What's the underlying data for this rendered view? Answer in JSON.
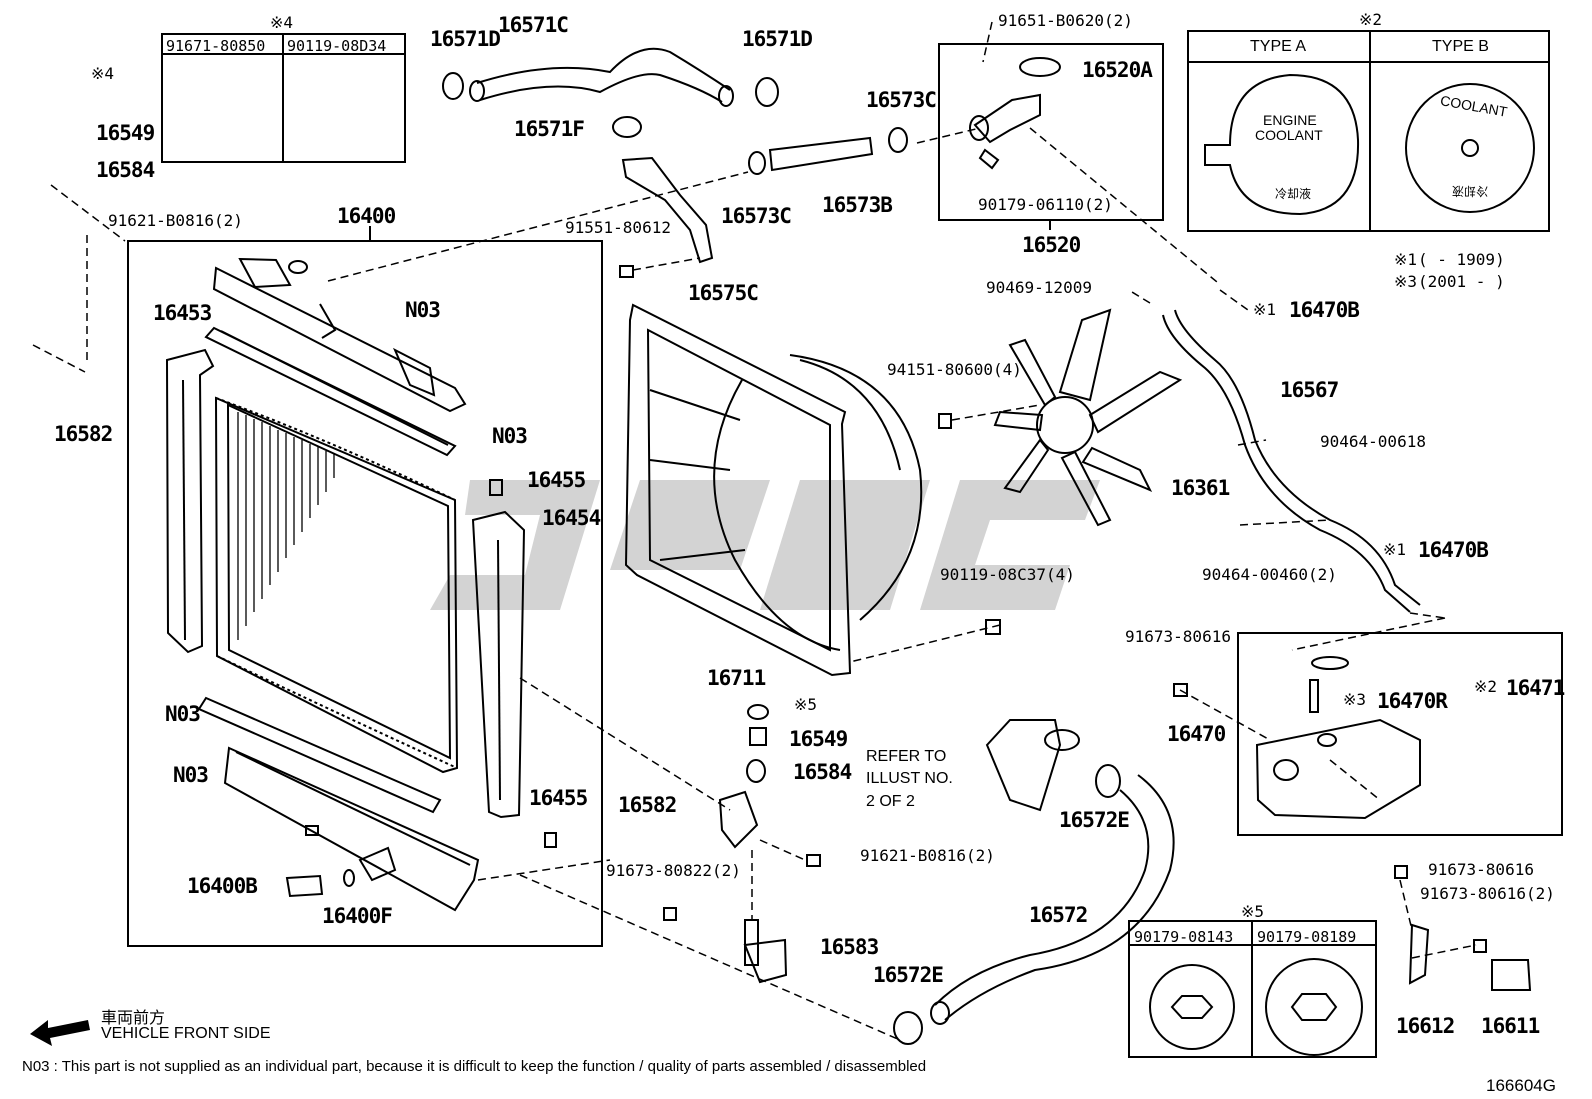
{
  "labels": {
    "p16571D_a": "16571D",
    "p16571C": "16571C",
    "p16571D_b": "16571D",
    "p16571F": "16571F",
    "p91651": "91651-B0620(2)",
    "p16520A": "16520A",
    "p16573C_a": "16573C",
    "p16573C_b": "16573C",
    "p16573B": "16573B",
    "p90179_06110": "90179-06110(2)",
    "p16520": "16520",
    "p91551": "91551-80612",
    "p16575C": "16575C",
    "p16549_a": "16549",
    "p16584_a": "16584",
    "p91621_a": "91621-B0816(2)",
    "p16400": "16400",
    "p16453": "16453",
    "pN03_a": "N03",
    "pN03_b": "N03",
    "pN03_c": "N03",
    "pN03_d": "N03",
    "p16582_a": "16582",
    "p16455_a": "16455",
    "p16454": "16454",
    "p16455_b": "16455",
    "p16400B": "16400B",
    "p16400F": "16400F",
    "p90469": "90469-12009",
    "p16470B_a": "16470B",
    "p16470B_b": "16470B",
    "p94151": "94151-80600(4)",
    "p16567": "16567",
    "p90464_618": "90464-00618",
    "p16361": "16361",
    "p90464_460": "90464-00460(2)",
    "p90119_08C37": "90119-08C37(4)",
    "p16711": "16711",
    "p91673_80616_a": "91673-80616",
    "p16470R": "16470R",
    "p16471": "16471",
    "p16470": "16470",
    "p16549_b": "16549",
    "p16584_b": "16584",
    "p16582_b": "16582",
    "p91621_b": "91621-B0816(2)",
    "p91673_80822": "91673-80822(2)",
    "p16583": "16583",
    "p16572E_a": "16572E",
    "p16572E_b": "16572E",
    "p16572": "16572",
    "p91673_80616_b": "91673-80616",
    "p91673_80616_c": "91673-80616(2)",
    "p16612": "16612",
    "p16611": "16611",
    "mark4": "※4",
    "mark5": "※5",
    "mark1_a": "※1",
    "mark1_b": "※1",
    "mark3": "※3",
    "mark2": "※2",
    "refer": "REFER TO",
    "illust": "ILLUST NO.",
    "twoof2": "2 OF 2"
  },
  "table4": {
    "note": "※4",
    "col1": "91671-80850",
    "col2": "90119-08D34"
  },
  "table2": {
    "note": "※2",
    "type_a": "TYPE A",
    "type_b": "TYPE B",
    "cap_a_line1": "ENGINE",
    "cap_a_line2": "COOLANT",
    "cap_a_jp": "冷却液",
    "cap_b_text": "COOLANT",
    "cap_b_jp": "冷却液",
    "foot1_mark": "※1",
    "foot1_text": "(       - 1909)",
    "foot3_mark": "※3",
    "foot3_text": "(2001  -      )"
  },
  "table5": {
    "note": "※5",
    "col1": "90179-08143",
    "col2": "90179-08189"
  },
  "front": {
    "jp": "車両前方",
    "en": "VEHICLE FRONT SIDE"
  },
  "footnote": "N03 : This part is not supplied as an individual part, because it is difficult to keep the function / quality of parts  assembled / disassembled",
  "illustration_number": "166604G",
  "colors": {
    "line": "#000000",
    "watermark": "#9e9e9e"
  }
}
